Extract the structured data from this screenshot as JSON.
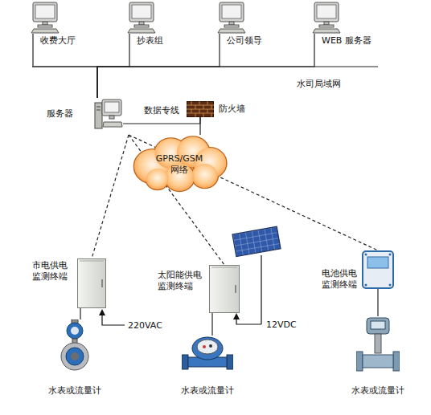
{
  "diagram": {
    "nodes": [
      {
        "text": [
          "收费大厅"
        ]
      },
      {
        "text": [
          "抄表组"
        ]
      },
      {
        "text": [
          "公司领导"
        ]
      },
      {
        "text": [
          "WEB 服务器"
        ]
      },
      {
        "text": [
          "服务器"
        ]
      },
      {
        "text": [
          "防火墙"
        ]
      },
      {
        "text": [
          "GPRS/GSM 网络"
        ]
      },
      {
        "text": [
          "市电供电 监测终端"
        ]
      },
      {
        "text": [
          "太阳能供电 监测终端"
        ]
      },
      {
        "text": [
          "电池供电 监测终端"
        ]
      },
      {
        "text": [
          "水表或流量计"
        ]
      },
      {
        "text": [
          "水表或流量计"
        ]
      },
      {
        "text": [
          "水表或流量计"
        ]
      }
    ],
    "edges": [
      {
        "from": 0,
        "to": 4,
        "arrow": "none"
      },
      {
        "from": 1,
        "to": 4,
        "arrow": "none"
      },
      {
        "from": 2,
        "to": 4,
        "arrow": "none"
      },
      {
        "from": 3,
        "to": 4,
        "arrow": "none"
      },
      {
        "from": 4,
        "to": 5,
        "label": "数据专线",
        "arrow": "none"
      },
      {
        "from": 5,
        "to": 6,
        "arrow": "none"
      },
      {
        "from": 6,
        "to": 7,
        "arrow": "none"
      },
      {
        "from": 6,
        "to": 8,
        "arrow": "none"
      },
      {
        "from": 6,
        "to": 9,
        "arrow": "none"
      },
      {
        "from": 7,
        "to": 10,
        "arrow": "none"
      },
      {
        "from": 8,
        "to": 11,
        "arrow": "none"
      },
      {
        "from": 9,
        "to": 12,
        "arrow": "none"
      }
    ],
    "labels": [
      "水司局域网",
      "220VAC",
      "12VDC"
    ]
  }
}
